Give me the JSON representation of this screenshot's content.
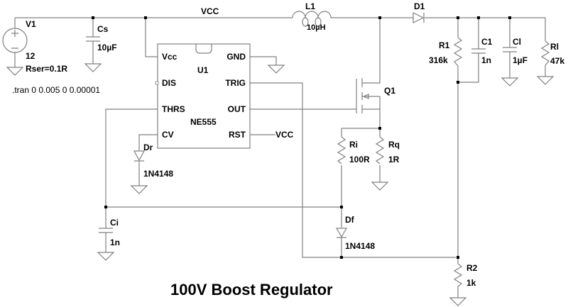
{
  "title": "100V Boost Regulator",
  "directive": ".tran 0 0.005 0 0.00001",
  "nets": {
    "vcc_top": "VCC",
    "vcc_rst": "VCC"
  },
  "components": {
    "V1": {
      "ref": "V1",
      "value": "12",
      "param": "Rser=0.1R"
    },
    "Cs": {
      "ref": "Cs",
      "value": "10µF"
    },
    "L1": {
      "ref": "L1",
      "value": "10µH"
    },
    "D1": {
      "ref": "D1"
    },
    "R1": {
      "ref": "R1",
      "value": "316k"
    },
    "C1": {
      "ref": "C1",
      "value": "1n"
    },
    "Cl": {
      "ref": "Cl",
      "value": "1µF"
    },
    "Rl": {
      "ref": "Rl",
      "value": "47k"
    },
    "U1": {
      "ref": "U1",
      "part": "NE555",
      "pins_left": [
        "Vcc",
        "DIS",
        "THRS",
        "CV"
      ],
      "pins_right": [
        "GND",
        "TRIG",
        "OUT",
        "RST"
      ]
    },
    "Q1": {
      "ref": "Q1"
    },
    "Ri": {
      "ref": "Ri",
      "value": "100R"
    },
    "Rq": {
      "ref": "Rq",
      "value": "1R"
    },
    "Dr": {
      "ref": "Dr",
      "value": "1N4148"
    },
    "Df": {
      "ref": "Df",
      "value": "1N4148"
    },
    "Ci": {
      "ref": "Ci",
      "value": "1n"
    },
    "R2": {
      "ref": "R2",
      "value": "1k"
    }
  }
}
